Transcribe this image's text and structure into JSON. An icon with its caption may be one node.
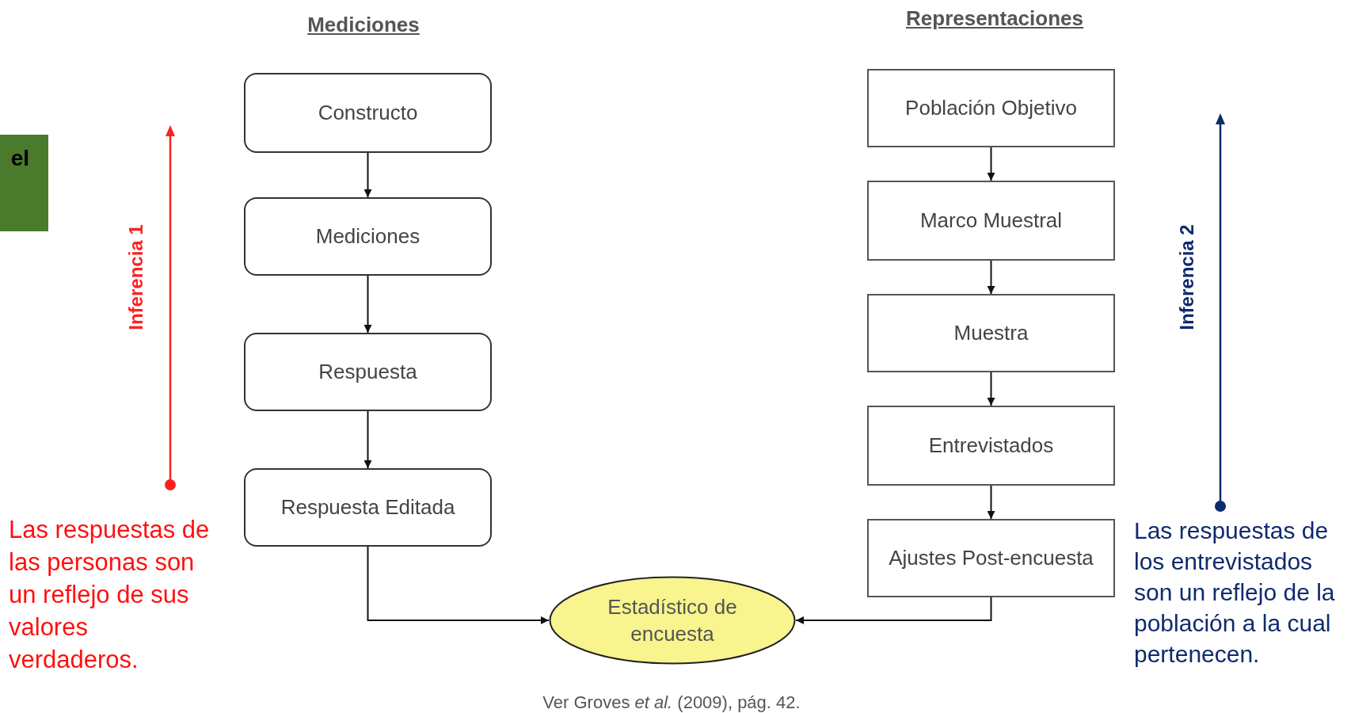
{
  "diagram": {
    "caption": "Ver Groves *et al.* (2009), pág. 42.",
    "nodes": [
      {
        "text": [
          "el"
        ]
      },
      {
        "text": [
          "Constructo"
        ]
      },
      {
        "text": [
          "Mediciones"
        ]
      },
      {
        "text": [
          "Respuesta"
        ]
      },
      {
        "text": [
          "Respuesta Editada"
        ]
      },
      {
        "text": [
          "Población Objetivo"
        ]
      },
      {
        "text": [
          "Marco Muestral"
        ]
      },
      {
        "text": [
          "Muestra"
        ]
      },
      {
        "text": [
          "Entrevistados"
        ]
      },
      {
        "text": [
          "Ajustes Post-encuesta"
        ]
      },
      {
        "text": [
          "Estadístico de encuesta"
        ]
      }
    ],
    "edges": [
      {
        "from": 1,
        "to": 2,
        "arrow": "to"
      },
      {
        "from": 2,
        "to": 3,
        "arrow": "to"
      },
      {
        "from": 3,
        "to": 4,
        "arrow": "to"
      },
      {
        "from": 4,
        "to": 10,
        "arrow": "to"
      },
      {
        "from": 5,
        "to": 6,
        "arrow": "to"
      },
      {
        "from": 6,
        "to": 7,
        "arrow": "to"
      },
      {
        "from": 7,
        "to": 8,
        "arrow": "to"
      },
      {
        "from": 8,
        "to": 9,
        "arrow": "to"
      },
      {
        "from": 9,
        "to": 10,
        "arrow": "to"
      }
    ],
    "labels": [
      "Mediciones",
      "Representaciones",
      "Inferencia 1",
      "Inferencia 2",
      "Las respuestas de las personas son un reflejo de sus valores verdaderos.",
      "Las respuestas de los entrevistados son un reflejo de la población a la cual pertenecen."
    ]
  }
}
